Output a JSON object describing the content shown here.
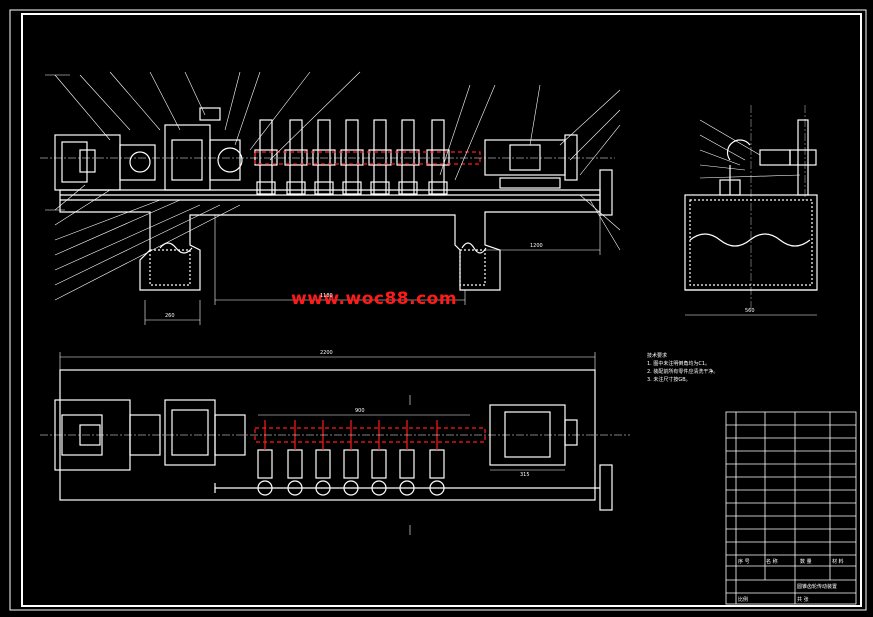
{
  "watermark": "www.woc88.com",
  "notes": {
    "title": "技术要求",
    "items": [
      "1. 图中未注明倒角均为C1。",
      "2. 装配前所有零件应清洗干净。",
      "3. 未注尺寸按GB。"
    ]
  },
  "title_block": {
    "drawing_name": "圆锥齿轮传动装置",
    "scale_label": "比例",
    "sheet_label": "共 张",
    "col_no": "序 号",
    "col_name": "名 称",
    "col_qty": "数 量",
    "col_mat": "材 料"
  },
  "dims": {
    "top_overall": "2200",
    "left_base": "260",
    "center_span": "1180",
    "right_span": "1200",
    "side_width": "560",
    "plan_inner": "900",
    "plan_right": "315"
  },
  "colors": {
    "background": "#000000",
    "line": "#ffffff",
    "accent": "#ff1a1a"
  }
}
